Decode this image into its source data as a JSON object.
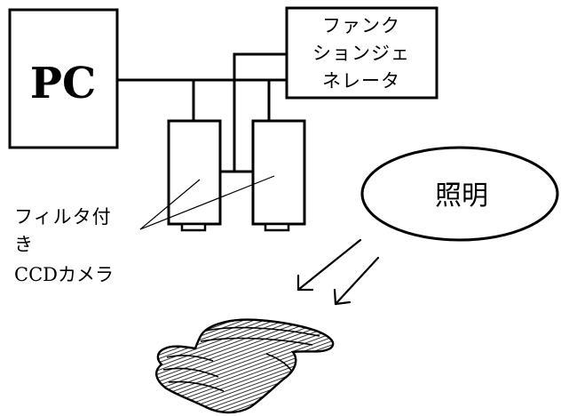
{
  "pc": {
    "label": "PC"
  },
  "function_generator": {
    "lines": [
      "ファンク",
      "ションジェ",
      "ネレータ"
    ]
  },
  "illumination": {
    "label": "照明"
  },
  "camera_label": {
    "lines": [
      "フィルタ付",
      "き",
      "CCDカメラ"
    ]
  },
  "hand": {
    "icon": "hand-icon"
  }
}
